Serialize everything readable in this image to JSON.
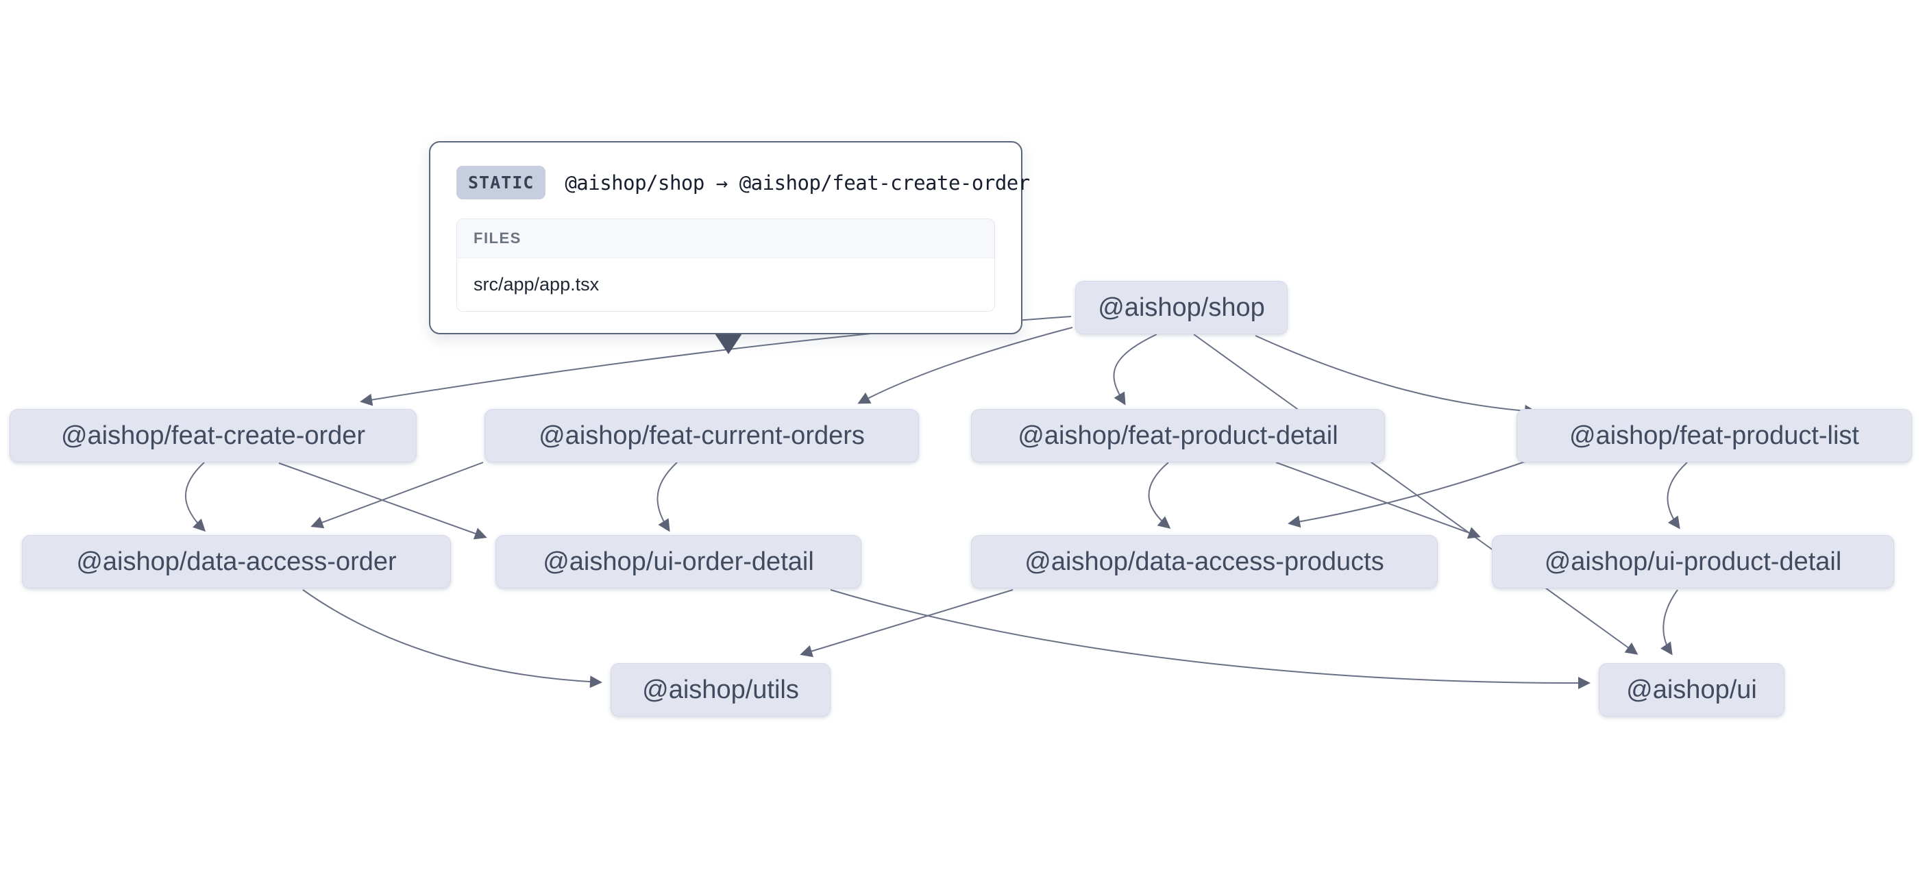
{
  "graph": {
    "nodes": [
      {
        "id": "shop",
        "label": "@aishop/shop"
      },
      {
        "id": "feat-create-order",
        "label": "@aishop/feat-create-order"
      },
      {
        "id": "feat-current-orders",
        "label": "@aishop/feat-current-orders"
      },
      {
        "id": "feat-product-detail",
        "label": "@aishop/feat-product-detail"
      },
      {
        "id": "feat-product-list",
        "label": "@aishop/feat-product-list"
      },
      {
        "id": "data-access-order",
        "label": "@aishop/data-access-order"
      },
      {
        "id": "ui-order-detail",
        "label": "@aishop/ui-order-detail"
      },
      {
        "id": "data-access-products",
        "label": "@aishop/data-access-products"
      },
      {
        "id": "ui-product-detail",
        "label": "@aishop/ui-product-detail"
      },
      {
        "id": "utils",
        "label": "@aishop/utils"
      },
      {
        "id": "ui",
        "label": "@aishop/ui"
      }
    ],
    "edges": [
      {
        "source": "shop",
        "target": "feat-create-order",
        "type": "static",
        "hovered": true
      },
      {
        "source": "shop",
        "target": "feat-current-orders",
        "type": "static"
      },
      {
        "source": "shop",
        "target": "feat-product-detail",
        "type": "static"
      },
      {
        "source": "shop",
        "target": "feat-product-list",
        "type": "static"
      },
      {
        "source": "shop",
        "target": "ui",
        "type": "static"
      },
      {
        "source": "feat-create-order",
        "target": "data-access-order",
        "type": "static"
      },
      {
        "source": "feat-create-order",
        "target": "ui-order-detail",
        "type": "static"
      },
      {
        "source": "feat-current-orders",
        "target": "data-access-order",
        "type": "static"
      },
      {
        "source": "feat-current-orders",
        "target": "ui-order-detail",
        "type": "static"
      },
      {
        "source": "feat-product-detail",
        "target": "data-access-products",
        "type": "static"
      },
      {
        "source": "feat-product-detail",
        "target": "ui-product-detail",
        "type": "static"
      },
      {
        "source": "feat-product-list",
        "target": "data-access-products",
        "type": "static"
      },
      {
        "source": "feat-product-list",
        "target": "ui-product-detail",
        "type": "static"
      },
      {
        "source": "data-access-order",
        "target": "utils",
        "type": "static"
      },
      {
        "source": "data-access-products",
        "target": "utils",
        "type": "static"
      },
      {
        "source": "ui-order-detail",
        "target": "ui",
        "type": "static"
      },
      {
        "source": "ui-product-detail",
        "target": "ui",
        "type": "static"
      }
    ]
  },
  "tooltip": {
    "type_label": "STATIC",
    "title": "@aishop/shop → @aishop/feat-create-order",
    "files_header": "FILES",
    "files": [
      "src/app/app.tsx"
    ]
  },
  "colors": {
    "node_fill": "#e2e5f0",
    "node_text": "#414a5e",
    "edge_stroke": "#6a7186",
    "tooltip_border": "#5b657b",
    "badge_bg": "#c7cedf"
  }
}
